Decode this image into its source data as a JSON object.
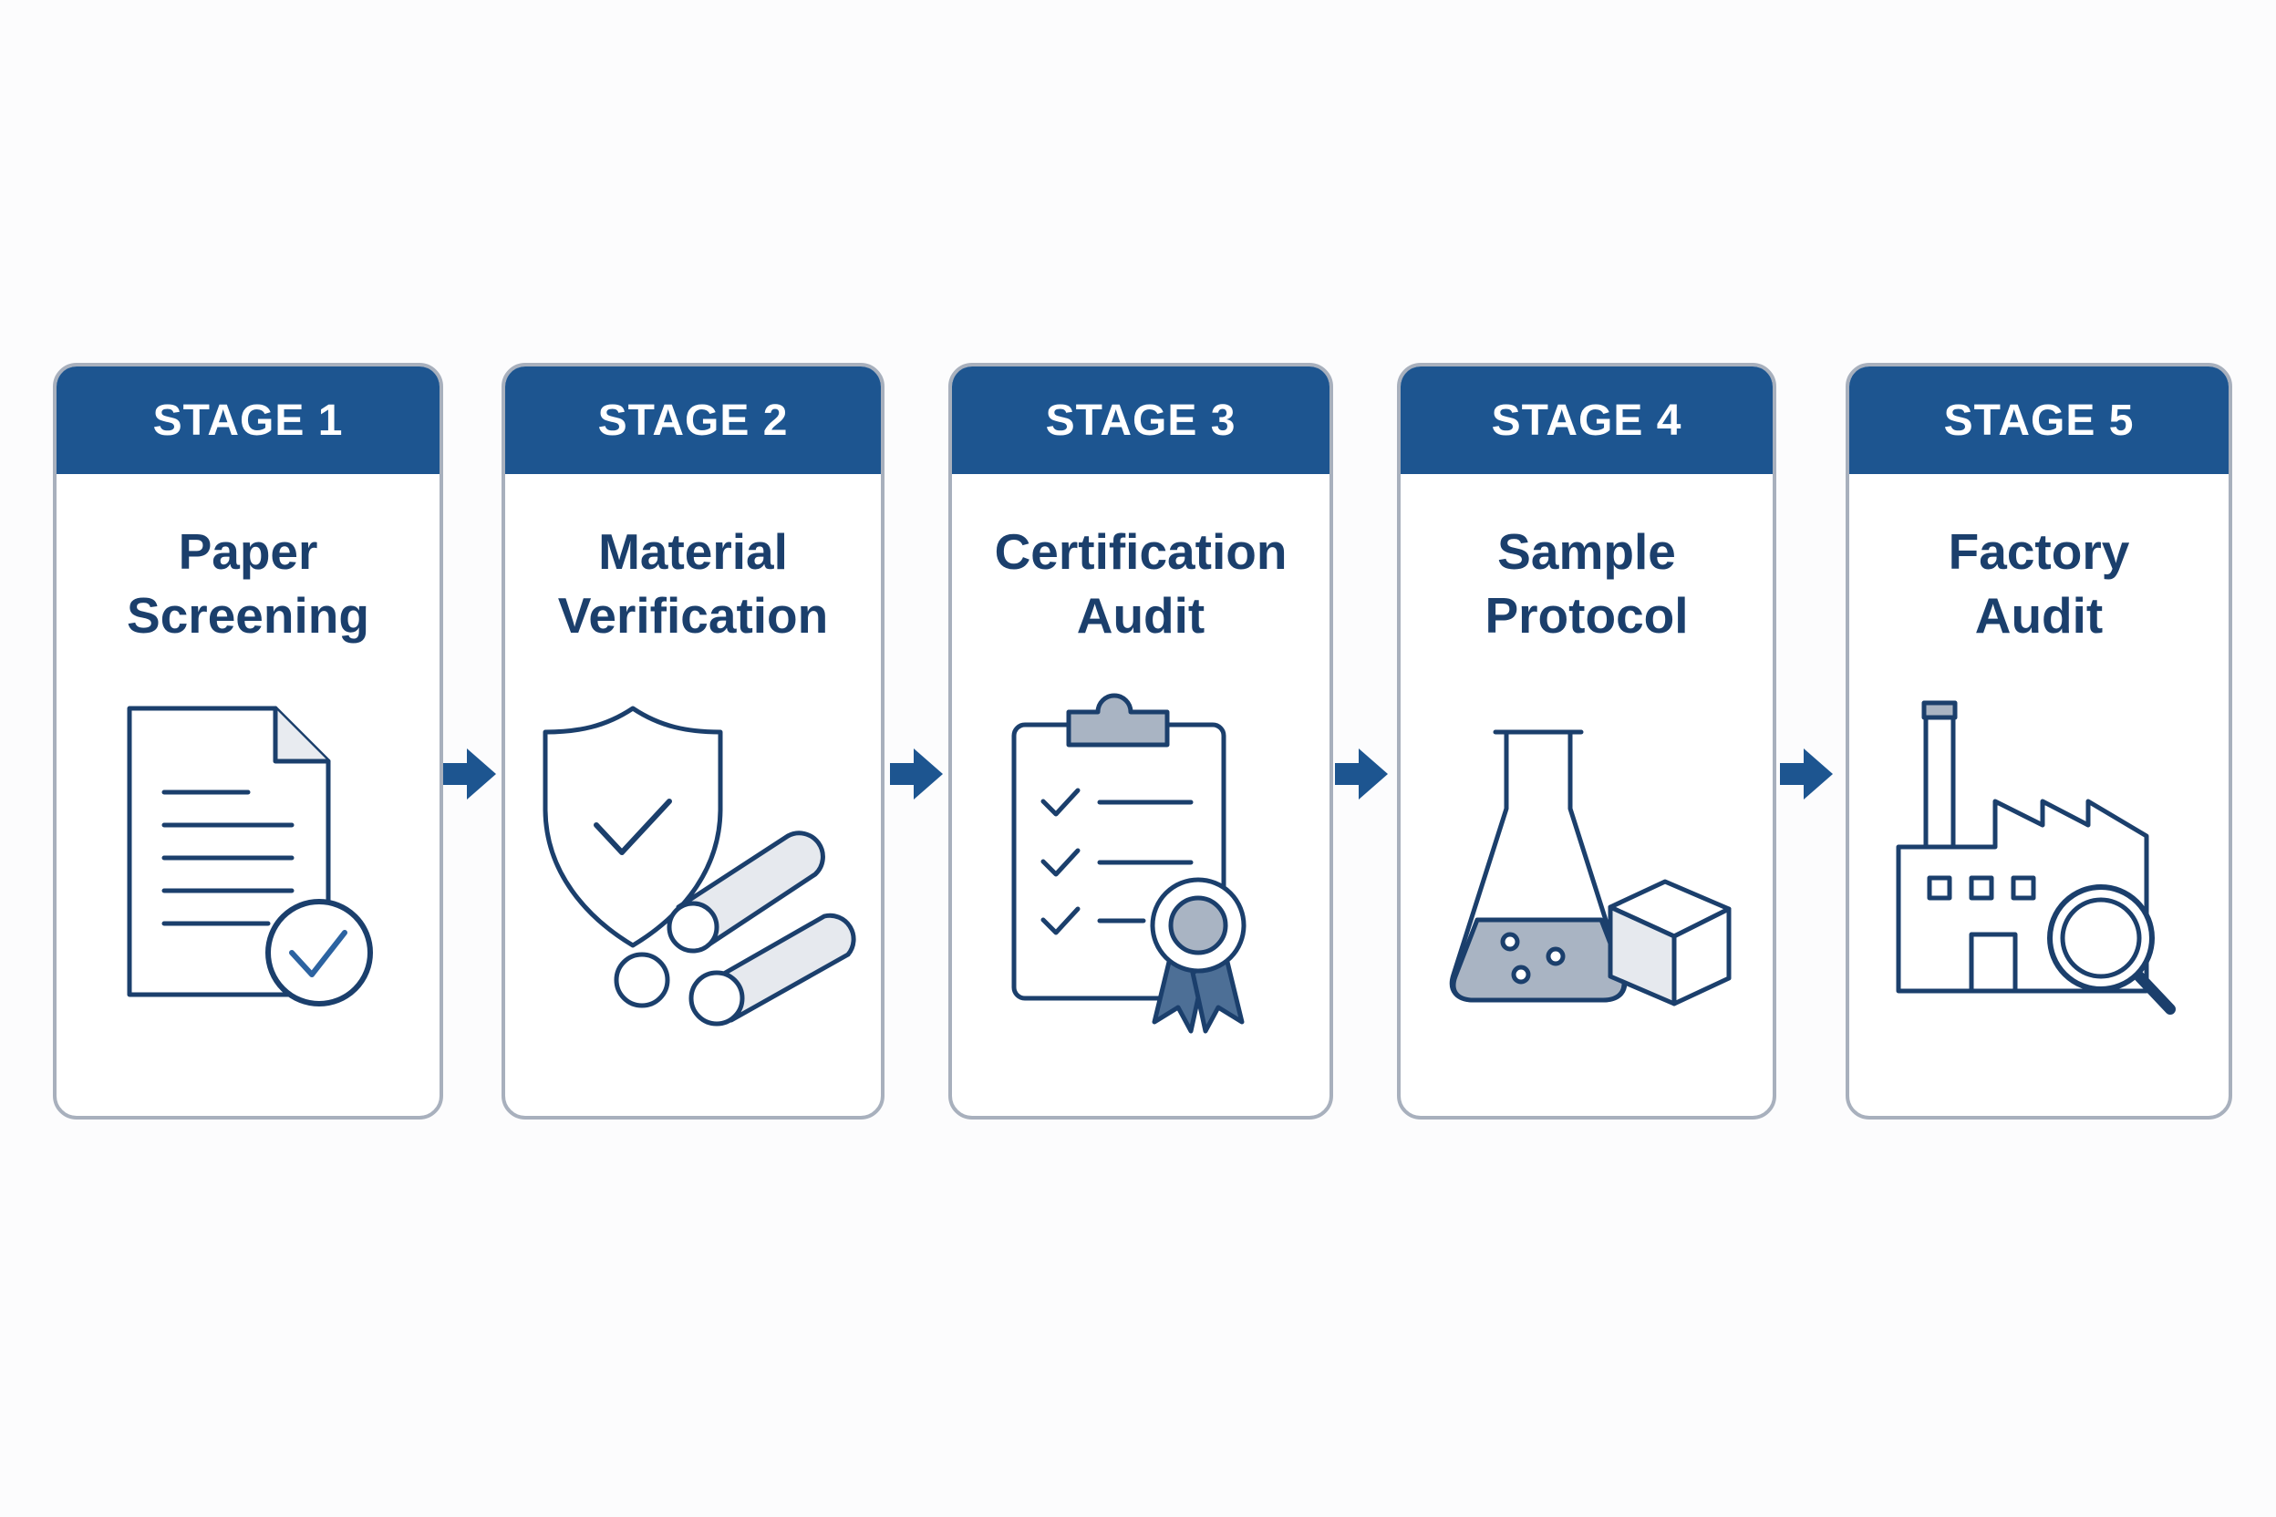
{
  "stages": [
    {
      "label": "STAGE 1",
      "title_line1": "Paper",
      "title_line2": "Screening",
      "icon": "document-check-icon"
    },
    {
      "label": "STAGE 2",
      "title_line1": "Material",
      "title_line2": "Verification",
      "icon": "shield-materials-icon"
    },
    {
      "label": "STAGE 3",
      "title_line1": "Certification",
      "title_line2": "Audit",
      "icon": "clipboard-award-icon"
    },
    {
      "label": "STAGE 4",
      "title_line1": "Sample",
      "title_line2": "Protocol",
      "icon": "flask-sample-icon"
    },
    {
      "label": "STAGE 5",
      "title_line1": "Factory",
      "title_line2": "Audit",
      "icon": "factory-inspection-icon"
    }
  ],
  "colors": {
    "header": "#1d5590",
    "title": "#1b3f6c",
    "icon_stroke": "#1b3f6c",
    "icon_fill": "#a9b4c3",
    "arrow": "#1d5590",
    "card_border": "#a8b0bd"
  }
}
